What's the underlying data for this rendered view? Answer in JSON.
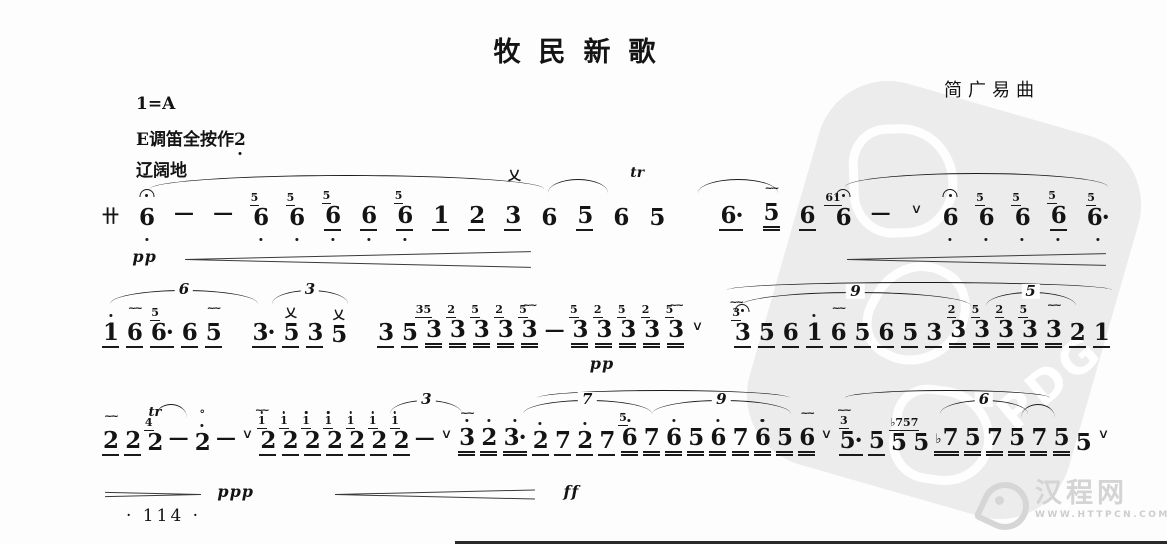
{
  "header": {
    "title": "牧民新歌",
    "composer": "简广易曲"
  },
  "meta": {
    "key": "1=A",
    "flute": "E调笛全按作",
    "flute_low_note": "2",
    "tempo": "辽阔地"
  },
  "footer": {
    "page_number": "· 114 ·"
  },
  "watermark": {
    "stamp_text": "PDG",
    "site_name": "汉程网",
    "site_url": "WWW.HTTPCN.COM"
  },
  "score": {
    "lines": [
      {
        "tokens": [
          {
            "s": "卄"
          },
          {
            "n": "6",
            "o": -1,
            "orn": "f"
          },
          {
            "t": "d"
          },
          {
            "t": "d"
          },
          {
            "n": "6",
            "o": -1,
            "g": "5"
          },
          {
            "n": "6",
            "o": -1,
            "g": "5"
          },
          {
            "n": "6",
            "o": -1,
            "g": "5",
            "u": 1
          },
          {
            "n": "6",
            "o": -1,
            "u": 1
          },
          {
            "n": "6",
            "o": -1,
            "g": "5",
            "u": 1
          },
          {
            "n": "1",
            "u": 1
          },
          {
            "n": "2",
            "u": 1
          },
          {
            "n": "3",
            "u": 1
          },
          {
            "n": "6"
          },
          {
            "n": "5",
            "u": 1
          },
          {
            "n": "6"
          },
          {
            "n": "5"
          },
          {
            "t": "p"
          },
          {
            "n": "6",
            "u": 1,
            "a": 1
          },
          {
            "n": "5",
            "u": 2,
            "orn": "m"
          },
          {
            "n": "6",
            "u": 1
          },
          {
            "n": "6",
            "g": "61",
            "orn": "f"
          },
          {
            "t": "d"
          },
          {
            "t": "b"
          },
          {
            "n": "6",
            "o": -1,
            "orn": "f"
          },
          {
            "n": "6",
            "o": -1,
            "g": "5"
          },
          {
            "n": "6",
            "o": -1,
            "g": "5"
          },
          {
            "n": "6",
            "o": -1,
            "g": "5",
            "u": 1
          },
          {
            "n": "6",
            "o": -1,
            "g": "5",
            "a": 1
          }
        ],
        "arcs": [
          {
            "l": 4.9,
            "w": 39.0,
            "t": 12
          },
          {
            "l": 44.3,
            "w": 5.9,
            "t": 16
          },
          {
            "l": 59.1,
            "w": 7.9,
            "t": 16
          },
          {
            "l": 73.6,
            "w": 26.0,
            "t": 10
          }
        ],
        "marks": [
          {
            "t": "乂",
            "l": 40.3
          },
          {
            "t": "tr",
            "l": 52.4,
            "cls": "trn"
          }
        ],
        "hairpins": [
          {
            "c": "cr",
            "l": 8.4,
            "w": 34.2
          },
          {
            "c": "cr",
            "l": 73.8,
            "w": 25.6
          }
        ],
        "dynamics": [
          {
            "t": "pp",
            "l": 3.2
          }
        ]
      },
      {
        "tokens": [
          {
            "n": "1",
            "o": 1,
            "u": 1
          },
          {
            "n": "6",
            "u": 1,
            "orn": "m"
          },
          {
            "n": "6",
            "u": 1,
            "g": "5",
            "a": 1
          },
          {
            "n": "6",
            "u": 1
          },
          {
            "n": "5",
            "u": 1,
            "orn": "m"
          },
          {
            "t": "p"
          },
          {
            "n": "3",
            "u": 1,
            "a": 1
          },
          {
            "n": "5",
            "u": 1,
            "orn": "x"
          },
          {
            "n": "3",
            "u": 1
          },
          {
            "n": "5",
            "orn": "x"
          },
          {
            "t": "p"
          },
          {
            "n": "3",
            "u": 1
          },
          {
            "n": "5",
            "u": 1
          },
          {
            "n": "3",
            "u": 2,
            "g": "35"
          },
          {
            "n": "3",
            "u": 2,
            "g": "2"
          },
          {
            "n": "3",
            "u": 2,
            "g": "5"
          },
          {
            "n": "3",
            "u": 2,
            "g": "2"
          },
          {
            "n": "3",
            "u": 2,
            "g": "5",
            "orn": "m"
          },
          {
            "t": "d"
          },
          {
            "n": "3",
            "u": 2,
            "g": "5"
          },
          {
            "n": "3",
            "u": 2,
            "g": "2"
          },
          {
            "n": "3",
            "u": 2,
            "g": "5"
          },
          {
            "n": "3",
            "u": 2,
            "g": "2"
          },
          {
            "n": "3",
            "u": 2,
            "g": "5",
            "orn": "m"
          },
          {
            "t": "b"
          },
          {
            "t": "p"
          },
          {
            "n": "3",
            "u": 1,
            "orn": "f",
            "g": "3",
            "gm": 1
          },
          {
            "n": "5",
            "u": 1
          },
          {
            "n": "6",
            "u": 1
          },
          {
            "n": "1",
            "o": 1,
            "u": 1
          },
          {
            "n": "6",
            "u": 1,
            "orn": "m"
          },
          {
            "n": "5",
            "u": 1
          },
          {
            "n": "6",
            "u": 1
          },
          {
            "n": "5",
            "u": 1
          },
          {
            "n": "3",
            "u": 1
          },
          {
            "n": "3",
            "u": 2,
            "g": "2"
          },
          {
            "n": "3",
            "u": 2,
            "g": "5"
          },
          {
            "n": "3",
            "u": 2,
            "g": "2"
          },
          {
            "n": "3",
            "u": 2,
            "g": "5"
          },
          {
            "n": "3",
            "u": 2,
            "orn": "m"
          },
          {
            "n": "2",
            "u": 1
          },
          {
            "n": "1",
            "u": 1
          }
        ],
        "arcs": [
          {
            "l": 1.0,
            "w": 14.6,
            "t": 10,
            "lab": "6"
          },
          {
            "l": 17.0,
            "w": 7.5,
            "t": 10,
            "lab": "3"
          },
          {
            "l": 62.0,
            "w": 38.0,
            "t": 2,
            "f": 1
          },
          {
            "l": 63.2,
            "w": 22.9,
            "t": 12,
            "lab": "9"
          },
          {
            "l": 87.5,
            "w": 8.9,
            "t": 12,
            "lab": "5"
          }
        ],
        "marks": [],
        "hairpins": [],
        "dynamics": [
          {
            "t": "pp",
            "l": 48.4
          }
        ]
      },
      {
        "tokens": [
          {
            "n": "2",
            "u": 1,
            "orn": "m"
          },
          {
            "n": "2",
            "u": 1
          },
          {
            "n": "2",
            "g": "4",
            "orn": "tr"
          },
          {
            "t": "d"
          },
          {
            "n": "2",
            "o": 1,
            "orn": "c"
          },
          {
            "t": "d"
          },
          {
            "t": "b"
          },
          {
            "n": "2",
            "u": 1,
            "g": "1",
            "go": 1,
            "gm": 1
          },
          {
            "n": "2",
            "u": 1,
            "g": "1",
            "go": 1
          },
          {
            "n": "2",
            "u": 1,
            "g": "1",
            "go": 1
          },
          {
            "n": "2",
            "u": 1,
            "g": "1",
            "go": 1
          },
          {
            "n": "2",
            "u": 1,
            "g": "1",
            "go": 1
          },
          {
            "n": "2",
            "u": 1,
            "g": "1",
            "go": 1
          },
          {
            "n": "2",
            "u": 1,
            "g": "1",
            "go": 1
          },
          {
            "t": "d"
          },
          {
            "t": "b"
          },
          {
            "n": "3",
            "o": 1,
            "u": 2,
            "orn": "m"
          },
          {
            "n": "2",
            "o": 1,
            "u": 2
          },
          {
            "n": "3",
            "o": 1,
            "u": 2,
            "a": 1
          },
          {
            "n": "2",
            "o": 1,
            "u": 1
          },
          {
            "n": "7",
            "u": 1
          },
          {
            "n": "2",
            "o": 1,
            "u": 1
          },
          {
            "n": "7",
            "u": 1
          },
          {
            "n": "6",
            "o": 1,
            "u": 2,
            "g": "5"
          },
          {
            "n": "7",
            "u": 2
          },
          {
            "n": "6",
            "o": 1,
            "u": 2
          },
          {
            "n": "5",
            "u": 2
          },
          {
            "n": "6",
            "o": 1,
            "u": 2
          },
          {
            "n": "7",
            "u": 2
          },
          {
            "n": "6",
            "o": 1,
            "u": 2
          },
          {
            "n": "5",
            "u": 2
          },
          {
            "n": "6",
            "u": 2,
            "orn": "m"
          },
          {
            "t": "b"
          },
          {
            "n": "5",
            "u": 1,
            "a": 1,
            "g": "3",
            "gm": 1
          },
          {
            "n": "5",
            "u": 1
          },
          {
            "n": "5"
          },
          {
            "n": "5",
            "g": "♭757"
          },
          {
            "n": "7",
            "u": 2,
            "fl": 1
          },
          {
            "n": "5",
            "u": 2
          },
          {
            "n": "7",
            "u": 2
          },
          {
            "n": "5",
            "u": 2
          },
          {
            "n": "7",
            "u": 2
          },
          {
            "n": "5",
            "u": 2
          },
          {
            "n": "5"
          },
          {
            "t": "b"
          }
        ],
        "arcs": [
          {
            "l": 5.4,
            "w": 3.2,
            "t": 16
          },
          {
            "l": 28.7,
            "w": 7.1,
            "t": 12,
            "lab": "3"
          },
          {
            "l": 43.2,
            "w": 25.0,
            "t": 2,
            "f": 1
          },
          {
            "l": 41.8,
            "w": 12.7,
            "t": 12,
            "lab": "7"
          },
          {
            "l": 54.5,
            "w": 13.8,
            "t": 12,
            "lab": "9"
          },
          {
            "l": 73.6,
            "w": 20.3,
            "t": 2,
            "f": 1
          },
          {
            "l": 83.0,
            "w": 8.7,
            "t": 12,
            "lab": "6"
          },
          {
            "l": 91.0,
            "w": 3.4,
            "t": 16
          }
        ],
        "marks": [],
        "hairpins": [
          {
            "c": "di",
            "l": 0.5,
            "w": 9.5
          },
          {
            "c": "cr",
            "l": 23.2,
            "w": 19.8
          }
        ],
        "dynamics": [
          {
            "t": "ppp",
            "l": 11.6
          },
          {
            "t": "ff",
            "l": 45.8
          }
        ]
      }
    ]
  }
}
